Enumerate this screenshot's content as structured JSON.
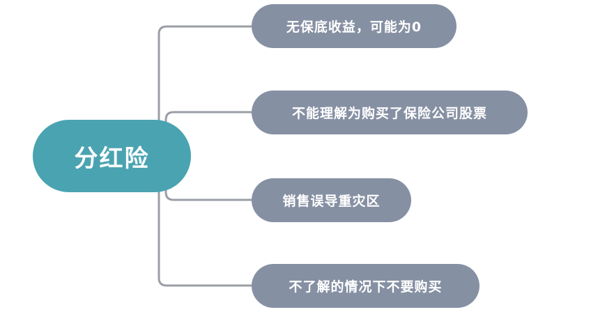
{
  "colors": {
    "root_fill": "#4aa3b1",
    "child_fill": "#8690a3",
    "connector": "#9a9ea6",
    "text": "#ffffff",
    "background": "#ffffff"
  },
  "mindmap": {
    "root": {
      "label": "分红险"
    },
    "children": [
      {
        "label": "无保底收益，可能为0"
      },
      {
        "label": "不能理解为购买了保险公司股票"
      },
      {
        "label": "销售误导重灾区"
      },
      {
        "label": "不了解的情况下不要购买"
      }
    ]
  }
}
